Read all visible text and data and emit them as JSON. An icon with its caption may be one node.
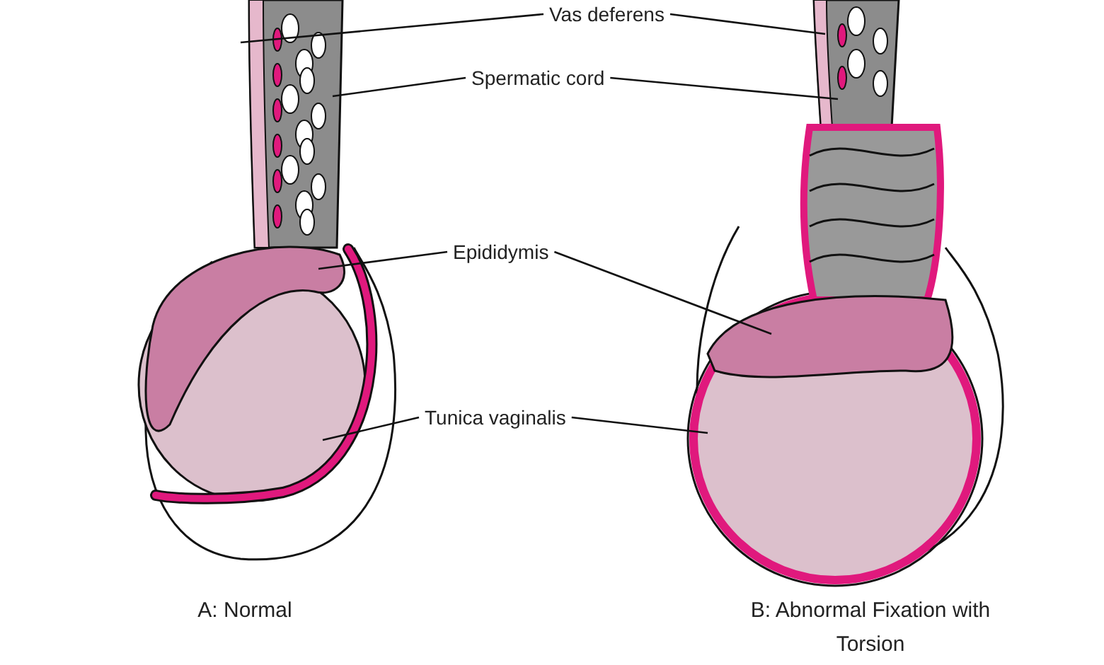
{
  "diagram": {
    "nodes": [
      {
        "text": [
          "Vas deferens"
        ]
      },
      {
        "text": [
          "Spermatic cord"
        ]
      },
      {
        "text": [
          "Epididymis"
        ]
      },
      {
        "text": [
          "Tunica vaginalis"
        ]
      }
    ],
    "edges": [
      {
        "from": 0,
        "to": null,
        "arrow": "none"
      },
      {
        "from": 0,
        "to": null,
        "arrow": "none"
      },
      {
        "from": 1,
        "to": null,
        "arrow": "none"
      },
      {
        "from": 1,
        "to": null,
        "arrow": "none"
      },
      {
        "from": 2,
        "to": null,
        "arrow": "none"
      },
      {
        "from": 2,
        "to": null,
        "arrow": "none"
      },
      {
        "from": 3,
        "to": null,
        "arrow": "none"
      },
      {
        "from": 3,
        "to": null,
        "arrow": "none"
      }
    ],
    "labels": [
      "A: Normal",
      "B: Abnormal Fixation with Torsion"
    ]
  }
}
